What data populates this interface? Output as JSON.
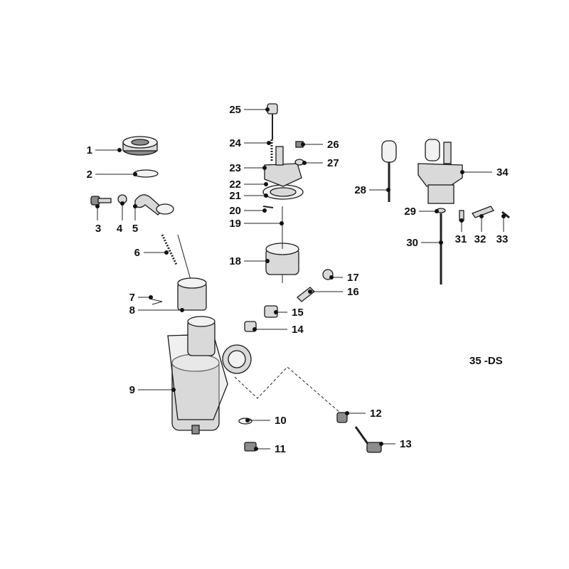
{
  "diagram": {
    "code": "35 -DS",
    "callouts": [
      {
        "id": "1",
        "text": "1"
      },
      {
        "id": "2",
        "text": "2"
      },
      {
        "id": "3",
        "text": "3"
      },
      {
        "id": "4",
        "text": "4"
      },
      {
        "id": "5",
        "text": "5"
      },
      {
        "id": "6",
        "text": "6"
      },
      {
        "id": "7",
        "text": "7"
      },
      {
        "id": "8",
        "text": "8"
      },
      {
        "id": "9",
        "text": "9"
      },
      {
        "id": "10",
        "text": "10"
      },
      {
        "id": "11",
        "text": "11"
      },
      {
        "id": "12",
        "text": "12"
      },
      {
        "id": "13",
        "text": "13"
      },
      {
        "id": "14",
        "text": "14"
      },
      {
        "id": "15",
        "text": "15"
      },
      {
        "id": "16",
        "text": "16"
      },
      {
        "id": "17",
        "text": "17"
      },
      {
        "id": "18",
        "text": "18"
      },
      {
        "id": "19",
        "text": "19"
      },
      {
        "id": "20",
        "text": "20"
      },
      {
        "id": "21",
        "text": "21"
      },
      {
        "id": "22",
        "text": "22"
      },
      {
        "id": "23",
        "text": "23"
      },
      {
        "id": "24",
        "text": "24"
      },
      {
        "id": "25",
        "text": "25"
      },
      {
        "id": "26",
        "text": "26"
      },
      {
        "id": "27",
        "text": "27"
      },
      {
        "id": "28",
        "text": "28"
      },
      {
        "id": "29",
        "text": "29"
      },
      {
        "id": "30",
        "text": "30"
      },
      {
        "id": "31",
        "text": "31"
      },
      {
        "id": "32",
        "text": "32"
      },
      {
        "id": "33",
        "text": "33"
      },
      {
        "id": "34",
        "text": "34"
      }
    ]
  }
}
